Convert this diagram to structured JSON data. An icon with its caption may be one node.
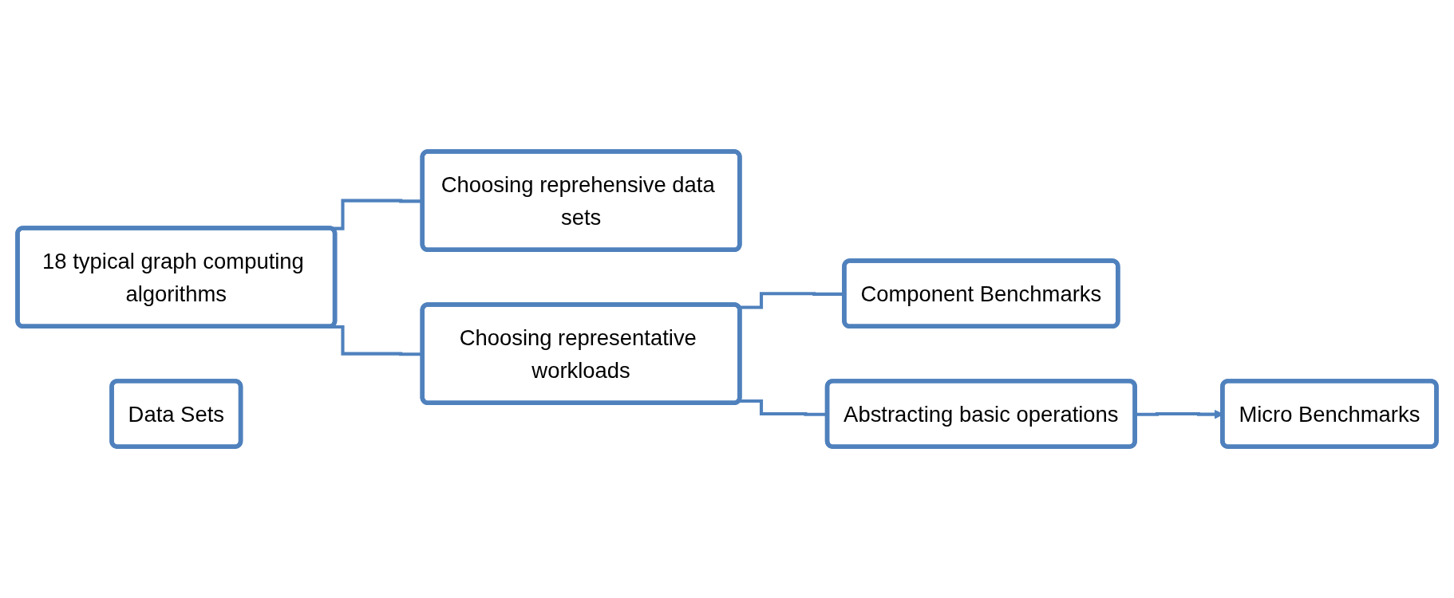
{
  "diagram": {
    "nodes": [
      {
        "text": [
          "18 typical graph computing algorithms"
        ]
      },
      {
        "text": [
          "Choosing reprehensive data sets"
        ]
      },
      {
        "text": [
          "Data Sets"
        ]
      },
      {
        "text": [
          "Choosing representative workloads"
        ]
      },
      {
        "text": [
          "Component Benchmarks"
        ]
      },
      {
        "text": [
          "Abstracting basic operations"
        ]
      },
      {
        "text": [
          "Micro Benchmarks"
        ]
      }
    ],
    "edges": [
      {
        "from": 0,
        "to": 1,
        "arrow": "none"
      },
      {
        "from": 0,
        "to": 3,
        "arrow": "none"
      },
      {
        "from": 3,
        "to": 4,
        "arrow": "none"
      },
      {
        "from": 3,
        "to": 5,
        "arrow": "none"
      },
      {
        "from": 5,
        "to": 6,
        "arrow": "to"
      }
    ]
  }
}
